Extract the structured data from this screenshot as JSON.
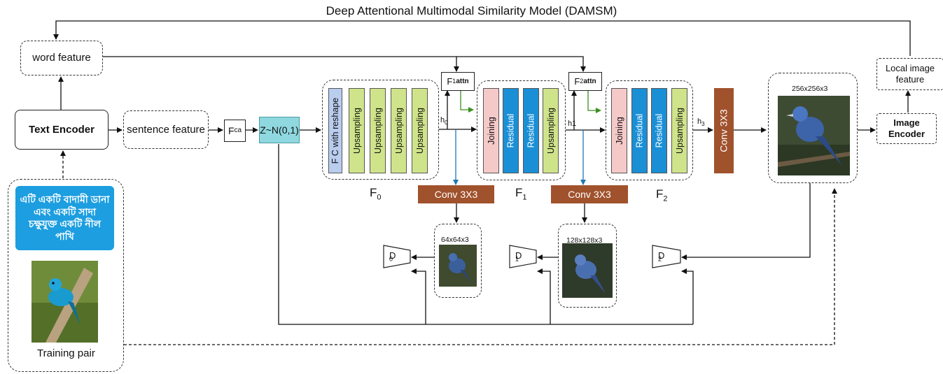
{
  "title": "Deep Attentional Multimodal Similarity Model (DAMSM)",
  "nodes": {
    "word_feature": "word feature",
    "text_encoder": "Text Encoder",
    "sentence_feature": "sentence feature",
    "fca": "F",
    "fca_sup": "ca",
    "z": "Z~N(0,1)",
    "f1attn": "F",
    "f1attn_sub": "1",
    "f1attn_sup": "attn",
    "f2attn": "F",
    "f2attn_sub": "2",
    "f2attn_sup": "attn",
    "local_image_feature": "Local image feature",
    "image_encoder": "Image Encoder",
    "training_pair": "Training pair",
    "caption_bangla": "এটি একটি বাদামী ডানা এবং একটি সাদা চক্ষুযুক্ত একটি নীল পাখি"
  },
  "stages": {
    "f0": {
      "label": "F",
      "sub": "0",
      "layers": [
        "F C with reshape",
        "Upsampling",
        "Upsampling",
        "Upsampling",
        "Upsampling"
      ]
    },
    "f1": {
      "label": "F",
      "sub": "1",
      "layers": [
        "Joining",
        "Residual",
        "Residual",
        "Upsampling"
      ]
    },
    "f2": {
      "label": "F",
      "sub": "2",
      "layers": [
        "Joining",
        "Residual",
        "Residual",
        "Upsampling"
      ]
    }
  },
  "hidden": {
    "h0": "h",
    "h0_sub": "0",
    "h1": "h1",
    "h3": "h",
    "h3_sub": "3"
  },
  "convs": {
    "conv0": "Conv 3X3",
    "conv1": "Conv 3X3",
    "conv2": "Conv 3X3"
  },
  "images": {
    "img64": "64x64x3",
    "img128": "128x128x3",
    "img256": "256x256x3"
  },
  "discriminators": [
    {
      "label": "D",
      "sub": "0"
    },
    {
      "label": "D",
      "sub": "1"
    },
    {
      "label": "D",
      "sub": "2"
    }
  ],
  "colors": {
    "upsampling": "#cfe48a",
    "residual": "#1a8fd6",
    "joining": "#f6c9c9",
    "fc": "#b9cdef",
    "conv": "#a0522d",
    "z": "#8fd8e0",
    "caption_bg": "#1c9ee0"
  },
  "icons": [
    "bird-photo",
    "discriminator-trapezoid-icon",
    "arrow"
  ]
}
